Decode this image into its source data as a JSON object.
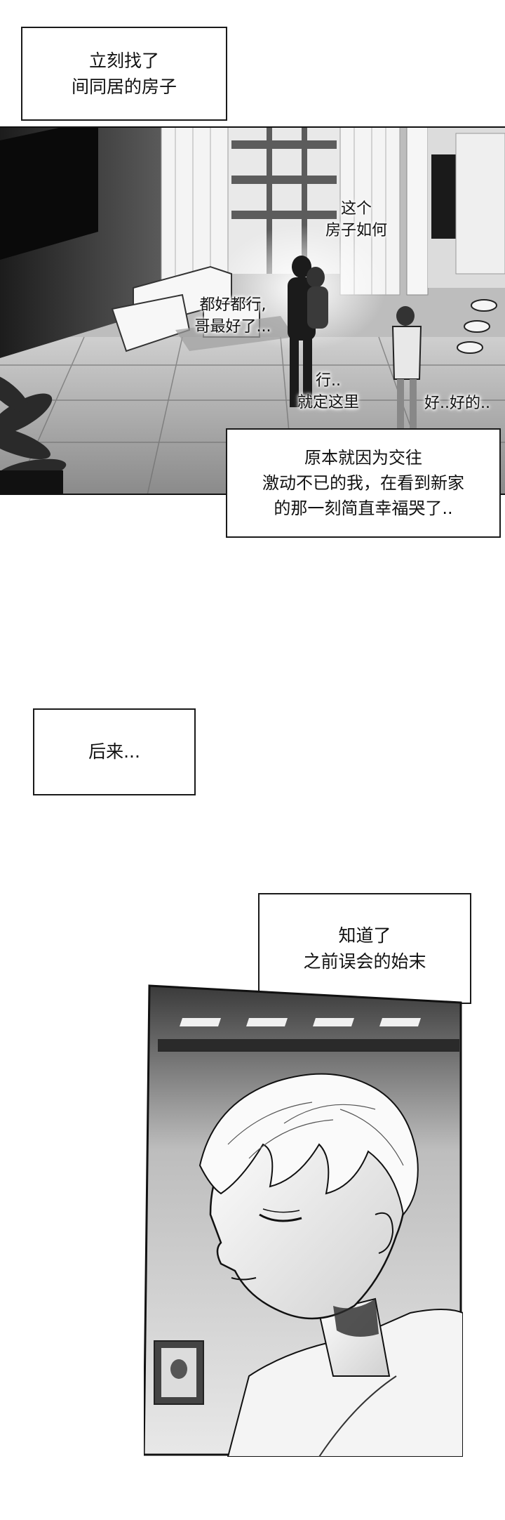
{
  "panel1": {
    "caption_top": "立刻找了\n间同居的房子",
    "dialogue": {
      "this_house": "这个\n房子如何",
      "anything_fine": "都好都行,\n哥最好了...",
      "ok_here": "行..\n就定这里",
      "ok_ok": "好..好的.."
    },
    "caption_bottom": "原本就因为交往\n激动不已的我，在看到新家\n的那一刻简直幸福哭了.."
  },
  "transition": {
    "caption": "后来..."
  },
  "panel2": {
    "caption": "知道了\n之前误会的始末"
  }
}
